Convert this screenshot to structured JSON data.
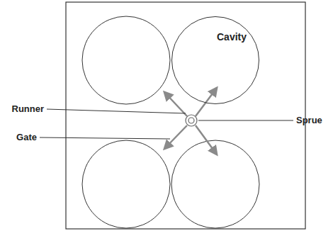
{
  "diagram": {
    "nodes": [
      {
        "text": [
          "Cavity"
        ]
      }
    ],
    "labels": [
      "Runner",
      "Gate",
      "Sprue"
    ]
  }
}
